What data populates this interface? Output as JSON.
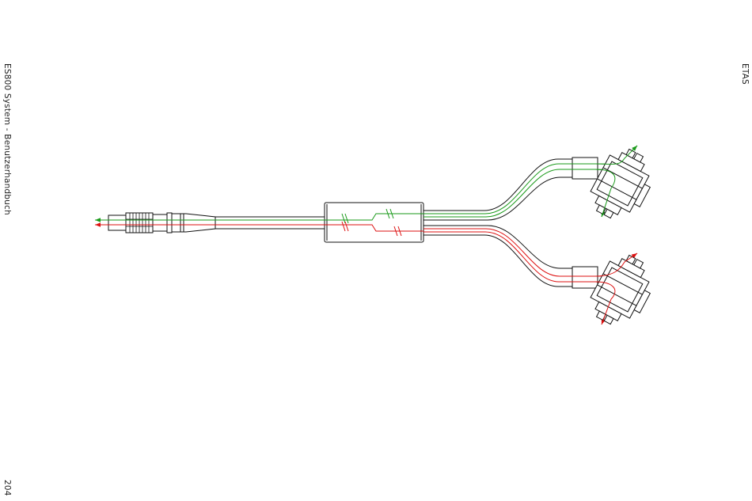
{
  "header": {
    "document_title": "ES800 System - Benutzerhandbuch",
    "brand": "ETAS"
  },
  "footer": {
    "page_number": "204"
  },
  "colors": {
    "outline": "#111111",
    "signal_a": "#1a9a1a",
    "signal_b": "#dd1111"
  }
}
